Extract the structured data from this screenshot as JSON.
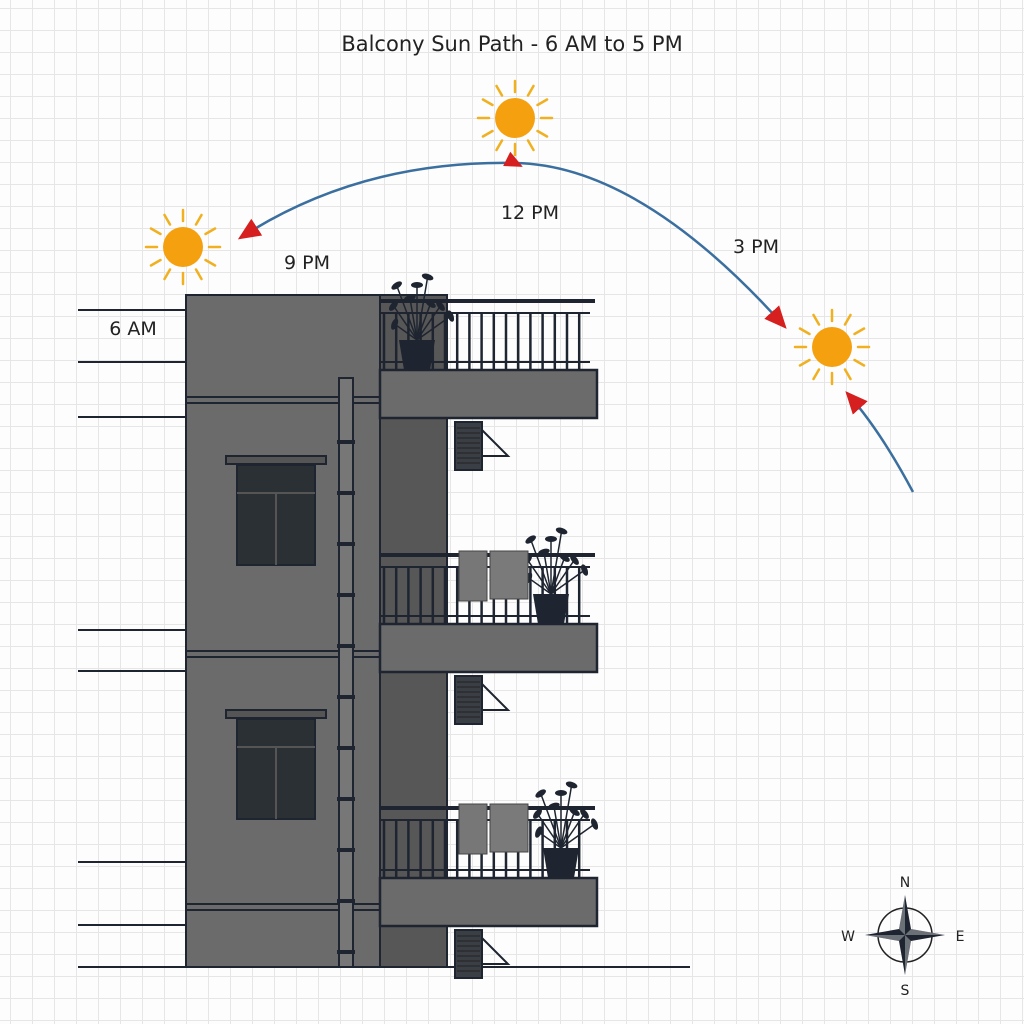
{
  "title": "Balcony Sun Path - 6 AM to 5 PM",
  "time_labels": {
    "t6am": "6 AM",
    "t9": "9 PM",
    "t12": "12 PM",
    "t3": "3 PM"
  },
  "compass": {
    "n": "N",
    "s": "S",
    "e": "E",
    "w": "W"
  },
  "colors": {
    "sun": "#f5a00f",
    "sun_ray": "#f0b020",
    "path": "#3a6fa0",
    "arrow": "#d62020",
    "building": "#6b6b6b",
    "building_dark": "#4e4e4e",
    "line": "#1e2530"
  }
}
